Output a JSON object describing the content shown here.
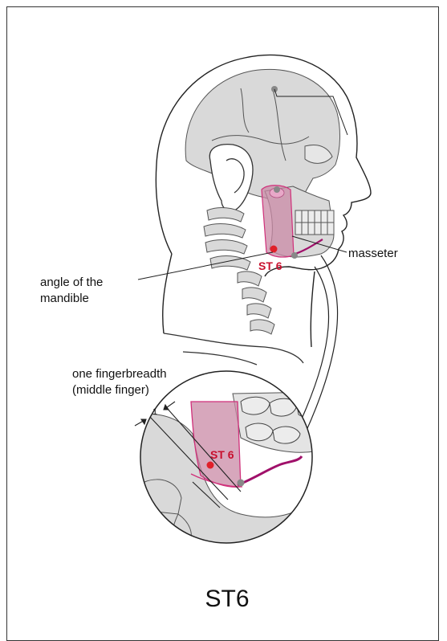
{
  "labels": {
    "masseter": "masseter",
    "angle_line1": "angle of the",
    "angle_line2": "mandible",
    "point_main": "ST 6",
    "fb_line1": "one fingerbreadth",
    "fb_line2": "(middle finger)",
    "measure": "1",
    "point_zoom": "ST 6",
    "caption": "ST6"
  },
  "colors": {
    "point": "#e0202a",
    "point_label": "#c8102e",
    "muscle_fill": "#c98aa6",
    "muscle_stroke": "#d0307a",
    "vessel": "#a0106a",
    "bone": "#d6d6d6",
    "landmark": "#888888"
  }
}
